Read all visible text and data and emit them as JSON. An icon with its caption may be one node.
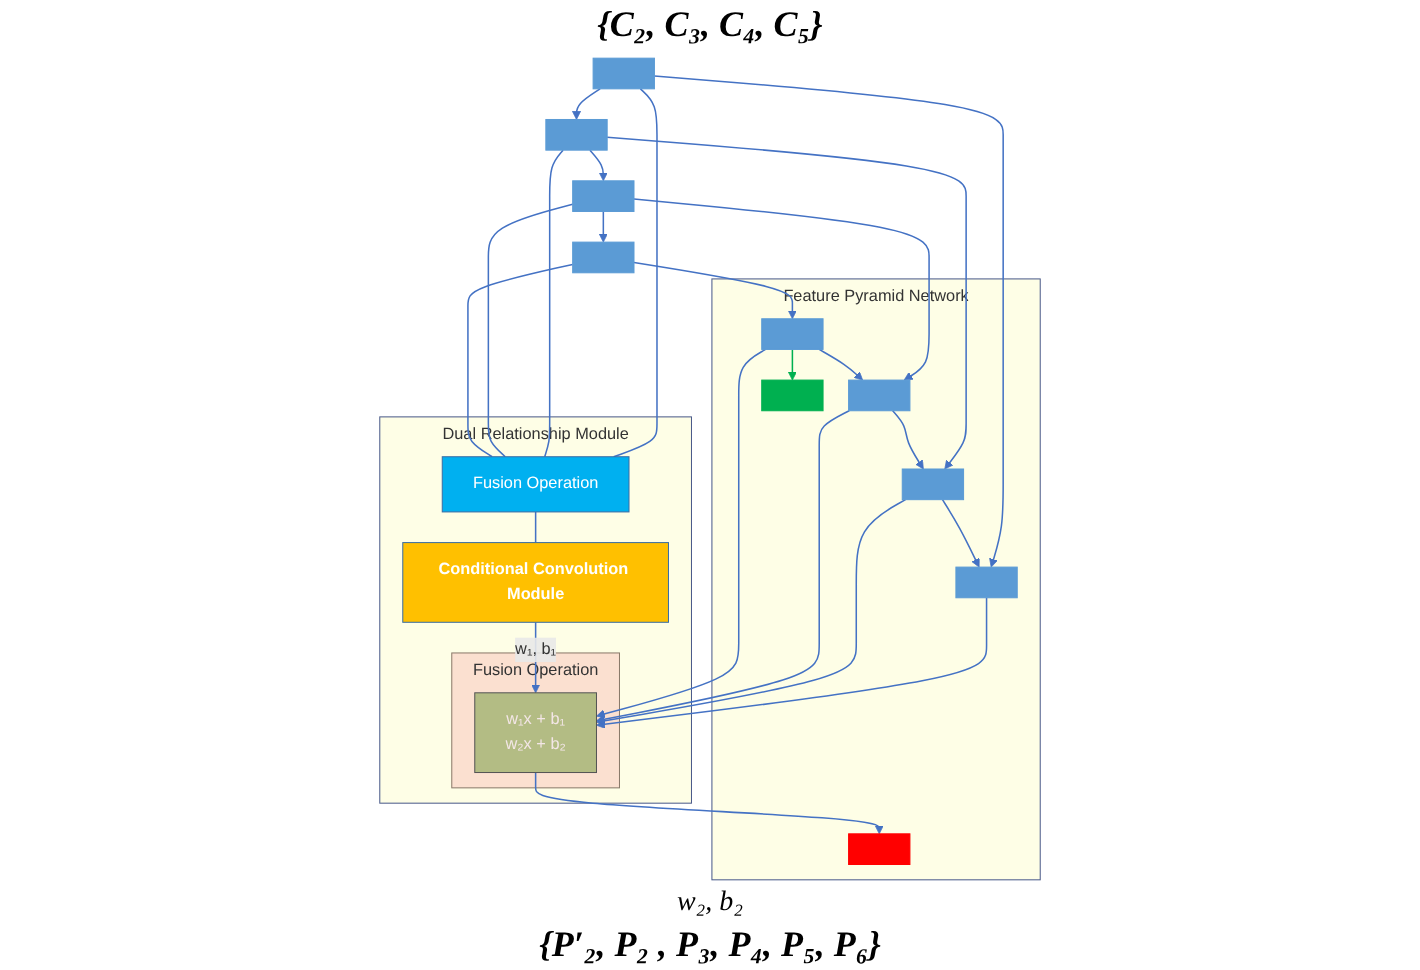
{
  "diagram": {
    "nodes": [
      {
        "text": [
          "Dual Relationship Module"
        ]
      },
      {
        "text": [
          "Fusion Operation"
        ],
        "in": 0
      },
      {
        "text": [
          "Conditional Convolution Module"
        ],
        "in": 0
      },
      {
        "text": [
          "Fusion Operation"
        ],
        "in": 0
      },
      {
        "text": [
          "w₁x + b₁",
          "w₂x + b₂"
        ],
        "in": 3
      },
      {
        "text": [
          "Feature Pyramid Network"
        ]
      },
      {
        "text": [],
        "shape": "bar",
        "in": 5
      },
      {
        "text": [],
        "shape": "bar",
        "in": 5
      },
      {
        "text": [],
        "shape": "bar",
        "in": 5
      },
      {
        "text": [],
        "shape": "bar",
        "in": 5
      },
      {
        "text": [],
        "shape": "bar",
        "in": 5
      },
      {
        "text": [],
        "shape": "box",
        "in": 5
      },
      {
        "text": [],
        "shape": "bar"
      },
      {
        "text": [],
        "shape": "bar"
      },
      {
        "text": [],
        "shape": "bar"
      },
      {
        "text": [],
        "shape": "bar"
      }
    ],
    "edges": [
      {
        "from": 12,
        "to": 13,
        "arrow": "to"
      },
      {
        "from": 13,
        "to": 14,
        "arrow": "to"
      },
      {
        "from": 14,
        "to": 15,
        "arrow": "to"
      },
      {
        "from": 12,
        "to": 1,
        "arrow": "none"
      },
      {
        "from": 13,
        "to": 1,
        "arrow": "none"
      },
      {
        "from": 14,
        "to": 1,
        "arrow": "none"
      },
      {
        "from": 15,
        "to": 1,
        "arrow": "none"
      },
      {
        "from": 12,
        "to": 7,
        "arrow": "to"
      },
      {
        "from": 13,
        "to": 8,
        "arrow": "to"
      },
      {
        "from": 14,
        "to": 9,
        "arrow": "to"
      },
      {
        "from": 15,
        "to": 10,
        "arrow": "to"
      },
      {
        "from": 10,
        "to": 9,
        "arrow": "to"
      },
      {
        "from": 9,
        "to": 8,
        "arrow": "to"
      },
      {
        "from": 8,
        "to": 7,
        "arrow": "to"
      },
      {
        "from": 10,
        "to": 11,
        "arrow": "to",
        "color": "#00b050"
      },
      {
        "from": 1,
        "to": 2,
        "arrow": "none"
      },
      {
        "from": 2,
        "to": 4,
        "arrow": "to",
        "label": "w₁, b₁"
      },
      {
        "from": 4,
        "to": 6,
        "arrow": "to"
      },
      {
        "from": 7,
        "to": 4,
        "arrow": "to"
      },
      {
        "from": 8,
        "to": 4,
        "arrow": "to"
      },
      {
        "from": 9,
        "to": 4,
        "arrow": "to"
      },
      {
        "from": 10,
        "to": 4,
        "arrow": "to"
      }
    ],
    "labels": [
      "{C₂, C₃, C₄, C₅}",
      "w₂, b₂",
      "{P′₂, P₂ , P₃, P₄, P₅, P₆}"
    ]
  }
}
